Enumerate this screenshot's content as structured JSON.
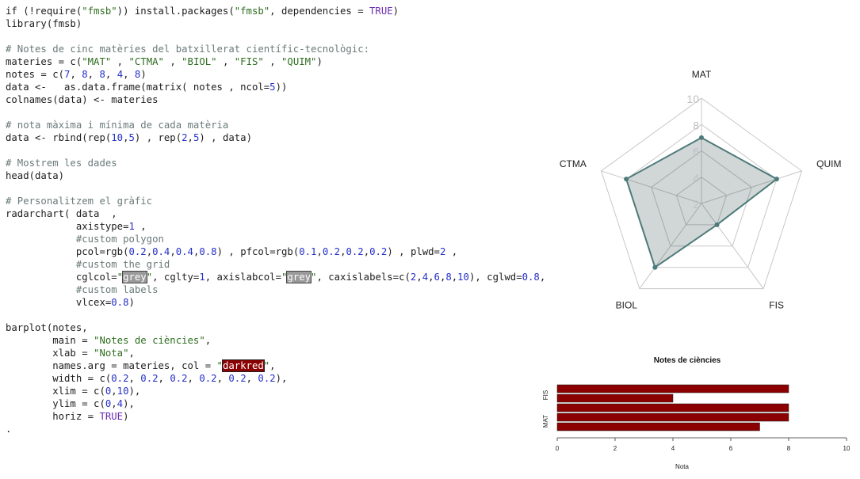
{
  "code_lines": [
    [
      {
        "t": "if (!require(",
        "c": ""
      },
      {
        "t": "\"fmsb\"",
        "c": "st"
      },
      {
        "t": ")) install.packages(",
        "c": ""
      },
      {
        "t": "\"fmsb\"",
        "c": "st"
      },
      {
        "t": ", dependencies = ",
        "c": ""
      },
      {
        "t": "TRUE",
        "c": "kw"
      },
      {
        "t": ")",
        "c": ""
      }
    ],
    [
      {
        "t": "library(fmsb)",
        "c": ""
      }
    ],
    [],
    [
      {
        "t": "# Notes de cinc matèries del batxillerat científic-tecnològic:",
        "c": "cm"
      }
    ],
    [
      {
        "t": "materies = c(",
        "c": ""
      },
      {
        "t": "\"MAT\"",
        "c": "st"
      },
      {
        "t": " , ",
        "c": ""
      },
      {
        "t": "\"CTMA\"",
        "c": "st"
      },
      {
        "t": " , ",
        "c": ""
      },
      {
        "t": "\"BIOL\"",
        "c": "st"
      },
      {
        "t": " , ",
        "c": ""
      },
      {
        "t": "\"FIS\"",
        "c": "st"
      },
      {
        "t": " , ",
        "c": ""
      },
      {
        "t": "\"QUIM\"",
        "c": "st"
      },
      {
        "t": ")",
        "c": ""
      }
    ],
    [
      {
        "t": "notes = c(",
        "c": ""
      },
      {
        "t": "7",
        "c": "nm"
      },
      {
        "t": ", ",
        "c": ""
      },
      {
        "t": "8",
        "c": "nm"
      },
      {
        "t": ", ",
        "c": ""
      },
      {
        "t": "8",
        "c": "nm"
      },
      {
        "t": ", ",
        "c": ""
      },
      {
        "t": "4",
        "c": "nm"
      },
      {
        "t": ", ",
        "c": ""
      },
      {
        "t": "8",
        "c": "nm"
      },
      {
        "t": ")",
        "c": ""
      }
    ],
    [
      {
        "t": "data <-   as.data.frame(matrix( notes , ncol=",
        "c": ""
      },
      {
        "t": "5",
        "c": "nm"
      },
      {
        "t": "))",
        "c": ""
      }
    ],
    [
      {
        "t": "colnames(data) <- materies",
        "c": ""
      }
    ],
    [],
    [
      {
        "t": "# nota màxima i mínima de cada matèria",
        "c": "cm"
      }
    ],
    [
      {
        "t": "data <- rbind(rep(",
        "c": ""
      },
      {
        "t": "10",
        "c": "nm"
      },
      {
        "t": ",",
        "c": ""
      },
      {
        "t": "5",
        "c": "nm"
      },
      {
        "t": ") , rep(",
        "c": ""
      },
      {
        "t": "2",
        "c": "nm"
      },
      {
        "t": ",",
        "c": ""
      },
      {
        "t": "5",
        "c": "nm"
      },
      {
        "t": ") , data)",
        "c": ""
      }
    ],
    [],
    [
      {
        "t": "# Mostrem les dades",
        "c": "cm"
      }
    ],
    [
      {
        "t": "head(data)",
        "c": ""
      }
    ],
    [],
    [
      {
        "t": "# Personalitzem el gràfic",
        "c": "cm"
      }
    ],
    [
      {
        "t": "radarchart( data  ,",
        "c": ""
      }
    ],
    [
      {
        "t": "            axistype=",
        "c": ""
      },
      {
        "t": "1",
        "c": "nm"
      },
      {
        "t": " ,",
        "c": ""
      }
    ],
    [
      {
        "t": "            ",
        "c": ""
      },
      {
        "t": "#custom polygon",
        "c": "cm"
      }
    ],
    [
      {
        "t": "            pcol=rgb(",
        "c": ""
      },
      {
        "t": "0.2",
        "c": "nm"
      },
      {
        "t": ",",
        "c": ""
      },
      {
        "t": "0.4",
        "c": "nm"
      },
      {
        "t": ",",
        "c": ""
      },
      {
        "t": "0.4",
        "c": "nm"
      },
      {
        "t": ",",
        "c": ""
      },
      {
        "t": "0.8",
        "c": "nm"
      },
      {
        "t": ") , pfcol=rgb(",
        "c": ""
      },
      {
        "t": "0.1",
        "c": "nm"
      },
      {
        "t": ",",
        "c": ""
      },
      {
        "t": "0.2",
        "c": "nm"
      },
      {
        "t": ",",
        "c": ""
      },
      {
        "t": "0.2",
        "c": "nm"
      },
      {
        "t": ",",
        "c": ""
      },
      {
        "t": "0.2",
        "c": "nm"
      },
      {
        "t": ") , plwd=",
        "c": ""
      },
      {
        "t": "2",
        "c": "nm"
      },
      {
        "t": " ,",
        "c": ""
      }
    ],
    [
      {
        "t": "            ",
        "c": ""
      },
      {
        "t": "#custom the grid",
        "c": "cm"
      }
    ],
    [
      {
        "t": "            cglcol=",
        "c": ""
      },
      {
        "t": "\"",
        "c": "st"
      },
      {
        "t": "grey",
        "c": "hl-grey"
      },
      {
        "t": "\"",
        "c": "st"
      },
      {
        "t": ", cglty=",
        "c": ""
      },
      {
        "t": "1",
        "c": "nm"
      },
      {
        "t": ", axislabcol=",
        "c": ""
      },
      {
        "t": "\"",
        "c": "st"
      },
      {
        "t": "grey",
        "c": "hl-grey"
      },
      {
        "t": "\"",
        "c": "st"
      },
      {
        "t": ", caxislabels=c(",
        "c": ""
      },
      {
        "t": "2",
        "c": "nm"
      },
      {
        "t": ",",
        "c": ""
      },
      {
        "t": "4",
        "c": "nm"
      },
      {
        "t": ",",
        "c": ""
      },
      {
        "t": "6",
        "c": "nm"
      },
      {
        "t": ",",
        "c": ""
      },
      {
        "t": "8",
        "c": "nm"
      },
      {
        "t": ",",
        "c": ""
      },
      {
        "t": "10",
        "c": "nm"
      },
      {
        "t": "), cglwd=",
        "c": ""
      },
      {
        "t": "0.8",
        "c": "nm"
      },
      {
        "t": ",",
        "c": ""
      }
    ],
    [
      {
        "t": "            ",
        "c": ""
      },
      {
        "t": "#custom labels",
        "c": "cm"
      }
    ],
    [
      {
        "t": "            vlcex=",
        "c": ""
      },
      {
        "t": "0.8",
        "c": "nm"
      },
      {
        "t": ")",
        "c": ""
      }
    ],
    [],
    [
      {
        "t": "barplot(notes,",
        "c": ""
      }
    ],
    [
      {
        "t": "        main = ",
        "c": ""
      },
      {
        "t": "\"Notes de ciències\"",
        "c": "st"
      },
      {
        "t": ",",
        "c": ""
      }
    ],
    [
      {
        "t": "        xlab = ",
        "c": ""
      },
      {
        "t": "\"Nota\"",
        "c": "st"
      },
      {
        "t": ",",
        "c": ""
      }
    ],
    [
      {
        "t": "        names.arg = materies, col = ",
        "c": ""
      },
      {
        "t": "\"",
        "c": "st"
      },
      {
        "t": "darkred",
        "c": "hl-red"
      },
      {
        "t": "\"",
        "c": "st"
      },
      {
        "t": ",",
        "c": ""
      }
    ],
    [
      {
        "t": "        width = c(",
        "c": ""
      },
      {
        "t": "0.2",
        "c": "nm"
      },
      {
        "t": ", ",
        "c": ""
      },
      {
        "t": "0.2",
        "c": "nm"
      },
      {
        "t": ", ",
        "c": ""
      },
      {
        "t": "0.2",
        "c": "nm"
      },
      {
        "t": ", ",
        "c": ""
      },
      {
        "t": "0.2",
        "c": "nm"
      },
      {
        "t": ", ",
        "c": ""
      },
      {
        "t": "0.2",
        "c": "nm"
      },
      {
        "t": ", ",
        "c": ""
      },
      {
        "t": "0.2",
        "c": "nm"
      },
      {
        "t": "),",
        "c": ""
      }
    ],
    [
      {
        "t": "        xlim = c(",
        "c": ""
      },
      {
        "t": "0",
        "c": "nm"
      },
      {
        "t": ",",
        "c": ""
      },
      {
        "t": "10",
        "c": "nm"
      },
      {
        "t": "),",
        "c": ""
      }
    ],
    [
      {
        "t": "        ylim = c(",
        "c": ""
      },
      {
        "t": "0",
        "c": "nm"
      },
      {
        "t": ",",
        "c": ""
      },
      {
        "t": "4",
        "c": "nm"
      },
      {
        "t": "),",
        "c": ""
      }
    ],
    [
      {
        "t": "        horiz = ",
        "c": ""
      },
      {
        "t": "TRUE",
        "c": "kw"
      },
      {
        "t": ")",
        "c": ""
      }
    ],
    [
      {
        "t": ".",
        "c": ""
      }
    ]
  ],
  "colors": {
    "polygon_line": "#4d7a7a",
    "polygon_fill": "rgba(26,51,51,0.2)",
    "grid": "#c8c8c8",
    "axis_label": "#c0c0c0",
    "bar": "#8b0000"
  },
  "chart_data": [
    {
      "type": "radar",
      "axes": [
        "MAT",
        "QUIM",
        "FIS",
        "BIOL",
        "CTMA"
      ],
      "values": [
        7,
        8,
        4,
        8,
        8
      ],
      "range": [
        2,
        10
      ],
      "axis_tick_labels": [
        "2",
        "4",
        "6",
        "8",
        "10"
      ],
      "grid": true
    },
    {
      "type": "bar",
      "orientation": "horizontal",
      "title": "Notes de ciències",
      "xlabel": "Nota",
      "ylabel": "",
      "values": [
        7,
        8,
        8,
        4,
        8
      ],
      "category_labels_shown": [
        "MAT",
        "FIS"
      ],
      "xlim": [
        0,
        10
      ],
      "x_ticks": [
        "0",
        "2",
        "4",
        "6",
        "8",
        "10"
      ],
      "grid": false
    }
  ]
}
